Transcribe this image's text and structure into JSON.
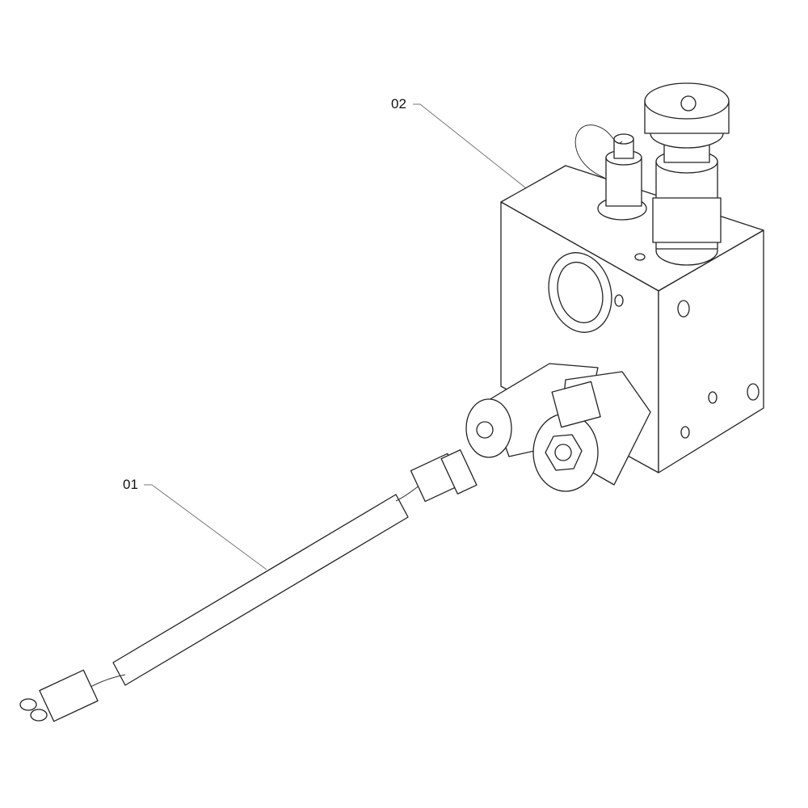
{
  "callouts": [
    {
      "id": "01",
      "part": "cable-harness"
    },
    {
      "id": "02",
      "part": "valve-block"
    }
  ]
}
